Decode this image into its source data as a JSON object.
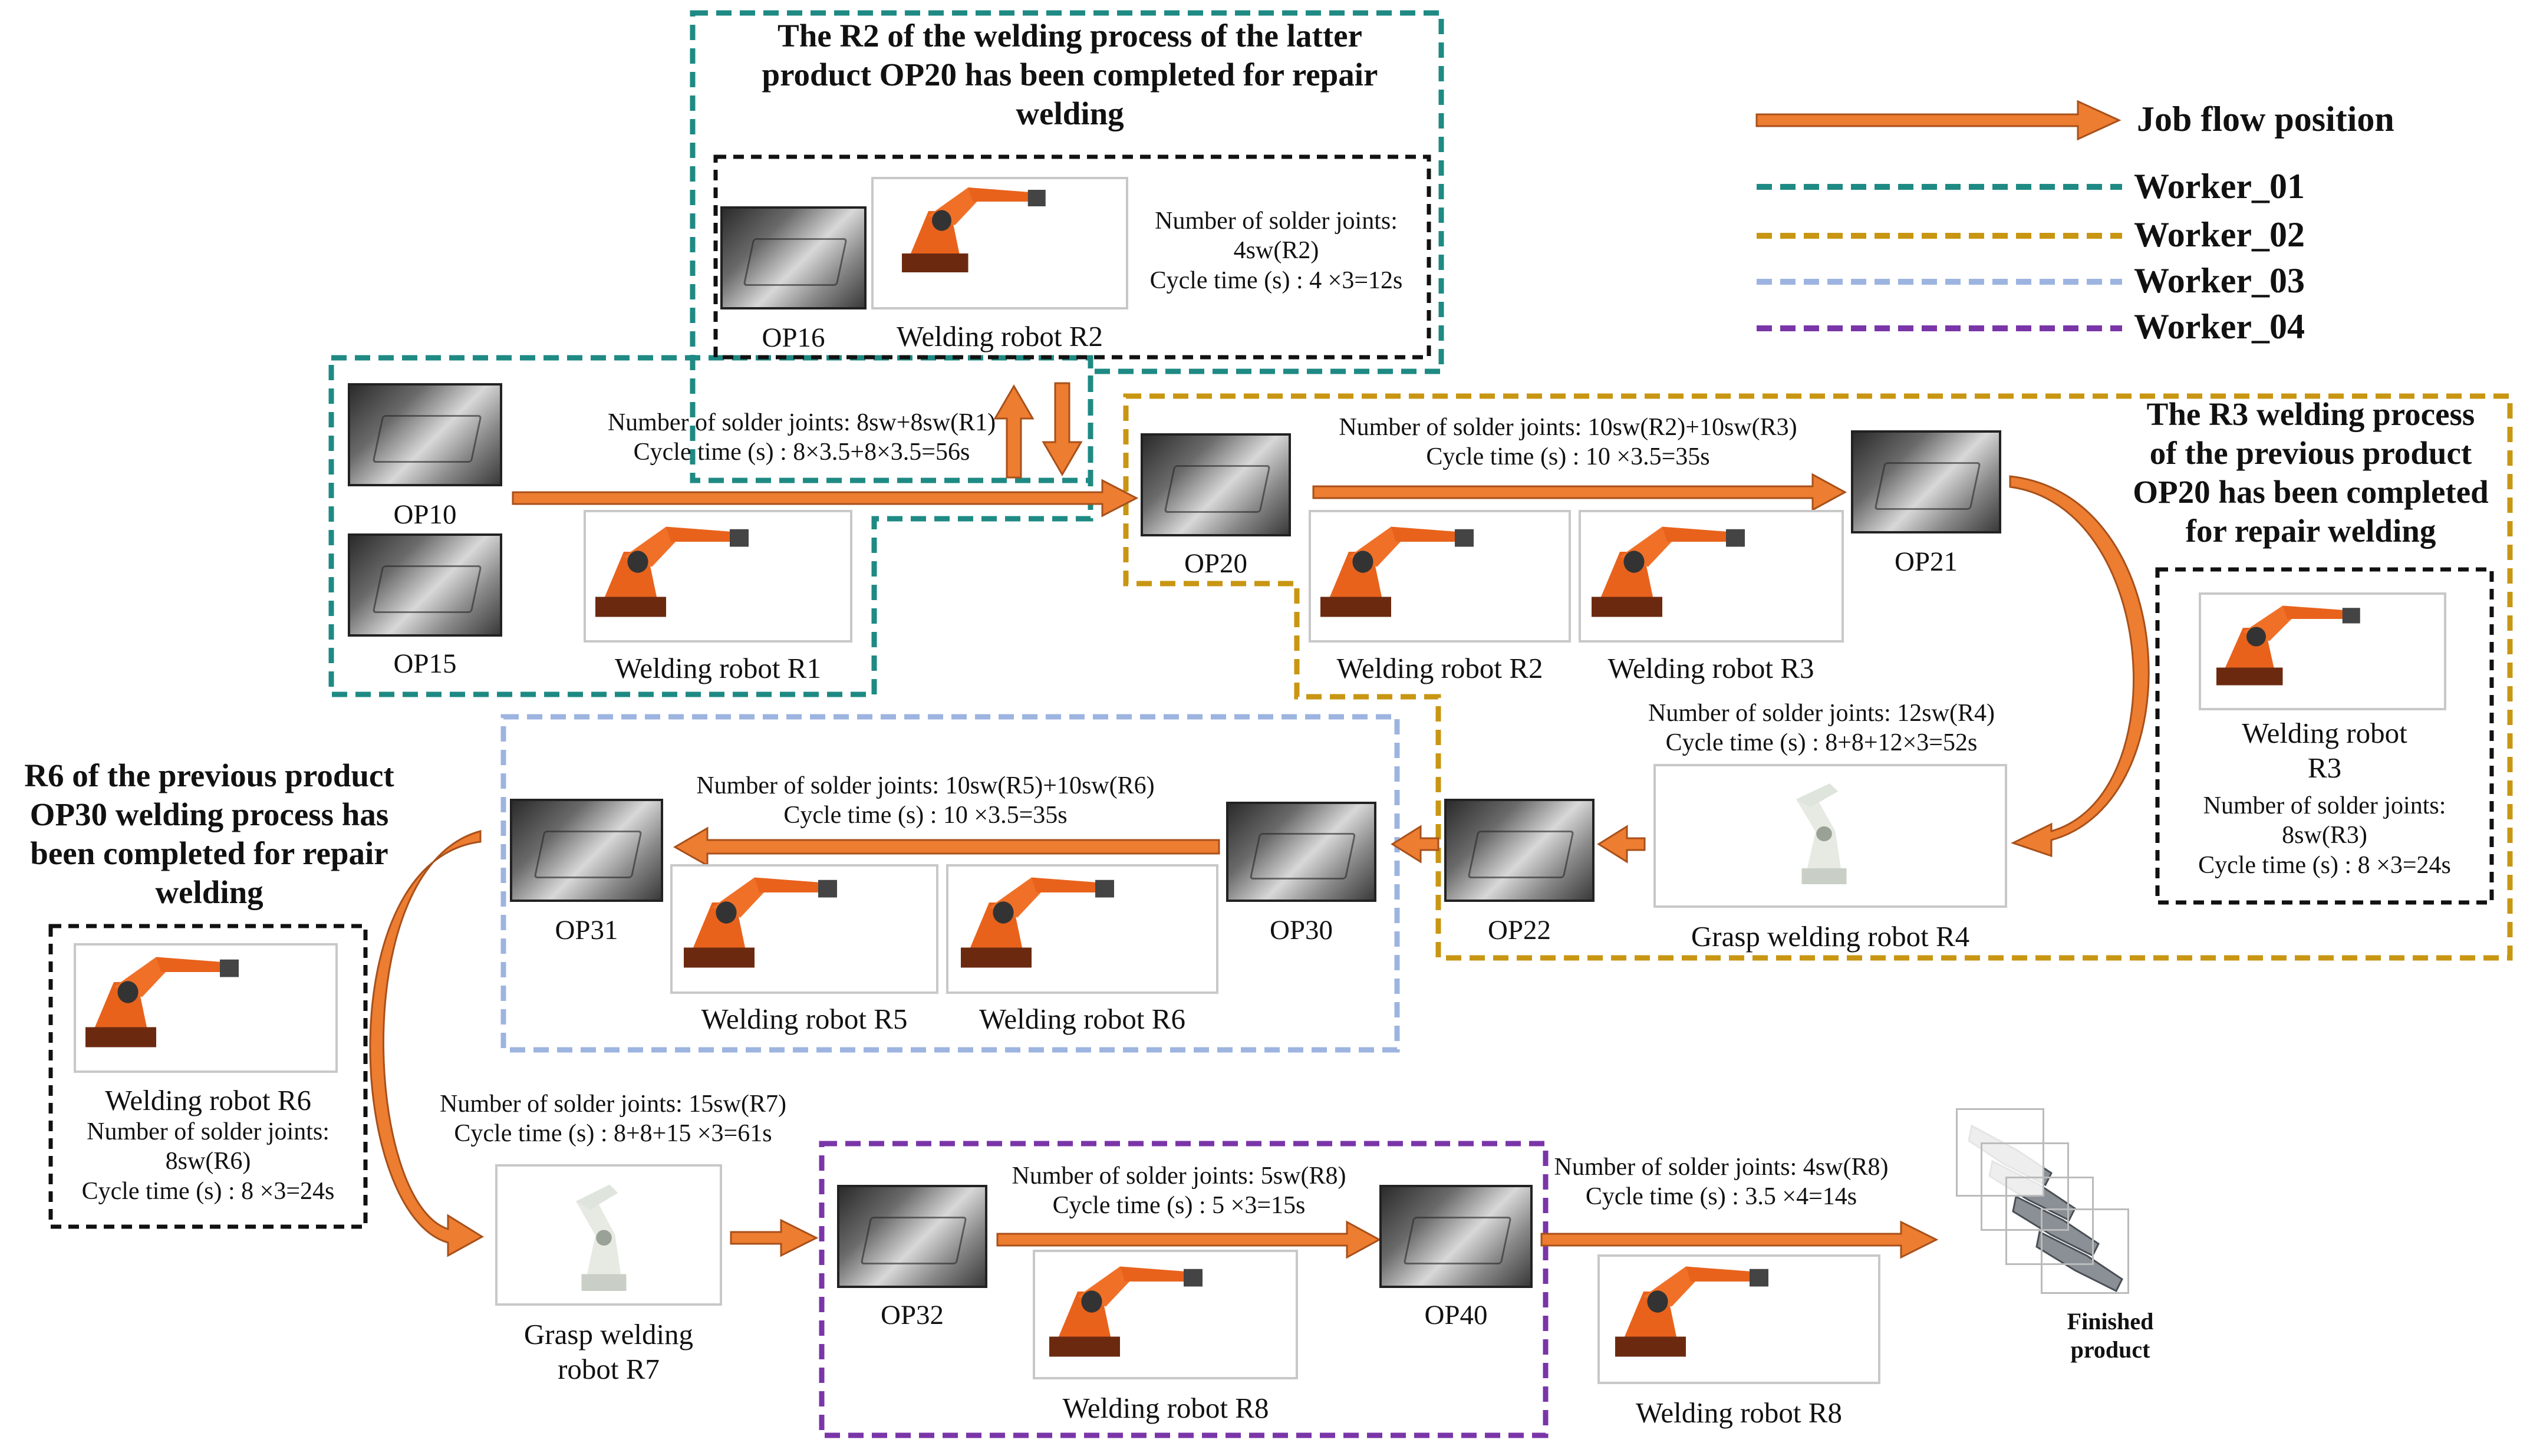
{
  "legend": {
    "job_flow": "Job flow position",
    "workers": [
      {
        "label": "Worker_01",
        "color": "#1e8a83"
      },
      {
        "label": "Worker_02",
        "color": "#c89612"
      },
      {
        "label": "Worker_03",
        "color": "#9db4e0"
      },
      {
        "label": "Worker_04",
        "color": "#7a35a8"
      }
    ],
    "arrow_color": "#ed7d31"
  },
  "notes": {
    "r2_title": [
      "The R2 of the welding process of the latter",
      "product OP20 has been completed for repair",
      "welding"
    ],
    "r3_title": [
      "The R3 welding process",
      "of the previous product",
      "OP20 has been completed",
      "for repair welding"
    ],
    "r6_title": [
      "R6 of the previous product",
      "OP30 welding process has",
      "been completed for repair",
      "welding"
    ]
  },
  "stations": {
    "op10": "OP10",
    "op15": "OP15",
    "op16": "OP16",
    "op20": "OP20",
    "op21": "OP21",
    "op22": "OP22",
    "op30": "OP30",
    "op31": "OP31",
    "op32": "OP32",
    "op40": "OP40"
  },
  "robots": {
    "r1": "Welding robot R1",
    "r2": "Welding robot R2",
    "r2_top": "Welding robot R2",
    "r3": "Welding robot R3",
    "r3_side": [
      "Welding robot",
      "R3"
    ],
    "r4": "Grasp welding robot R4",
    "r5": "Welding robot R5",
    "r6": "Welding robot R6",
    "r6_side": "Welding robot R6",
    "r7": [
      "Grasp welding",
      "robot R7"
    ],
    "r8": "Welding robot R8",
    "r8b": "Welding robot R8"
  },
  "info": {
    "r2_box": [
      "Number of solder joints:",
      "4sw(R2)",
      "Cycle time (s) : 4 ×3=12s"
    ],
    "r1": [
      "Number of solder joints: 8sw+8sw(R1)",
      "Cycle time (s) : 8×3.5+8×3.5=56s"
    ],
    "r2r3": [
      "Number of solder joints: 10sw(R2)+10sw(R3)",
      "Cycle time (s) : 10 ×3.5=35s"
    ],
    "r3_box": [
      "Number of solder joints:",
      "8sw(R3)",
      "Cycle time (s) : 8 ×3=24s"
    ],
    "r4": [
      "Number of solder joints: 12sw(R4)",
      "Cycle time (s) : 8+8+12×3=52s"
    ],
    "r5r6": [
      "Number of solder joints: 10sw(R5)+10sw(R6)",
      "Cycle time (s) : 10 ×3.5=35s"
    ],
    "r6_box": [
      "Number of solder joints:",
      "8sw(R6)",
      "Cycle time (s) : 8 ×3=24s"
    ],
    "r7": [
      "Number of solder joints: 15sw(R7)",
      "Cycle time (s) : 8+8+15 ×3=61s"
    ],
    "r8": [
      "Number of solder joints: 5sw(R8)",
      "Cycle time (s) : 5 ×3=15s"
    ],
    "r8b": [
      "Number of solder joints: 4sw(R8)",
      "Cycle time (s) : 3.5 ×4=14s"
    ]
  },
  "finished": [
    "Finished",
    "product"
  ]
}
